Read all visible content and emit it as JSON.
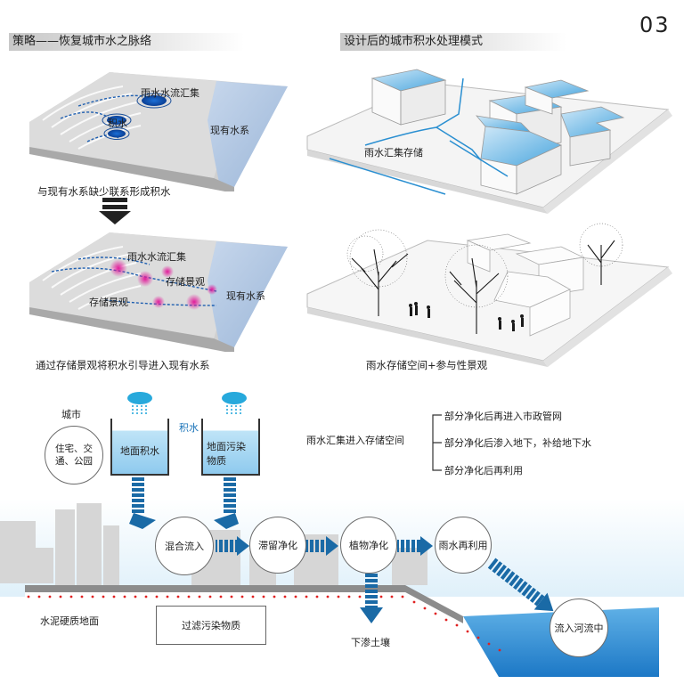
{
  "page_number": "03",
  "headers": {
    "strategy": "策略——恢复城市水之脉络",
    "mode": "设计后的城市积水处理模式"
  },
  "top_left": {
    "label_collect": "雨水水流汇集",
    "label_pond": "积水",
    "label_river": "现有水系",
    "caption": "与现有水系缺少联系形成积水"
  },
  "mid_left": {
    "label_collect": "雨水水流汇集",
    "label_storage_a": "存储景观",
    "label_river": "现有水系",
    "label_storage_b": "存储景观",
    "caption": "通过存储景观将积水引导进入现有水系"
  },
  "top_right": {
    "label": "雨水汇集存储"
  },
  "mid_right": {
    "caption": "雨水存储空间+参与性景观"
  },
  "flow": {
    "city_title": "城市",
    "city_circle": "住宅、交通、公园",
    "water_tag": "积水",
    "tank1": "地面积水",
    "tank2": "地面污染物质",
    "storage_head": "雨水汇集进入存储空间",
    "branches": [
      "部分净化后再进入市政管网",
      "部分净化后渗入地下，补给地下水",
      "部分净化后再利用"
    ],
    "nodes": [
      "混合流入",
      "滞留净化",
      "植物净化",
      "雨水再利用",
      "流入河流中"
    ],
    "infiltrate": "下渗土壤",
    "ground": "水泥硬质地面",
    "filter": "过滤污染物质"
  },
  "colors": {
    "water_blue": "#1a73b8",
    "light_blue": "#8fc6e8",
    "magenta": "#cc1a8e",
    "arrow_blue": "#1a6aa6",
    "dot_red": "#e02020"
  }
}
